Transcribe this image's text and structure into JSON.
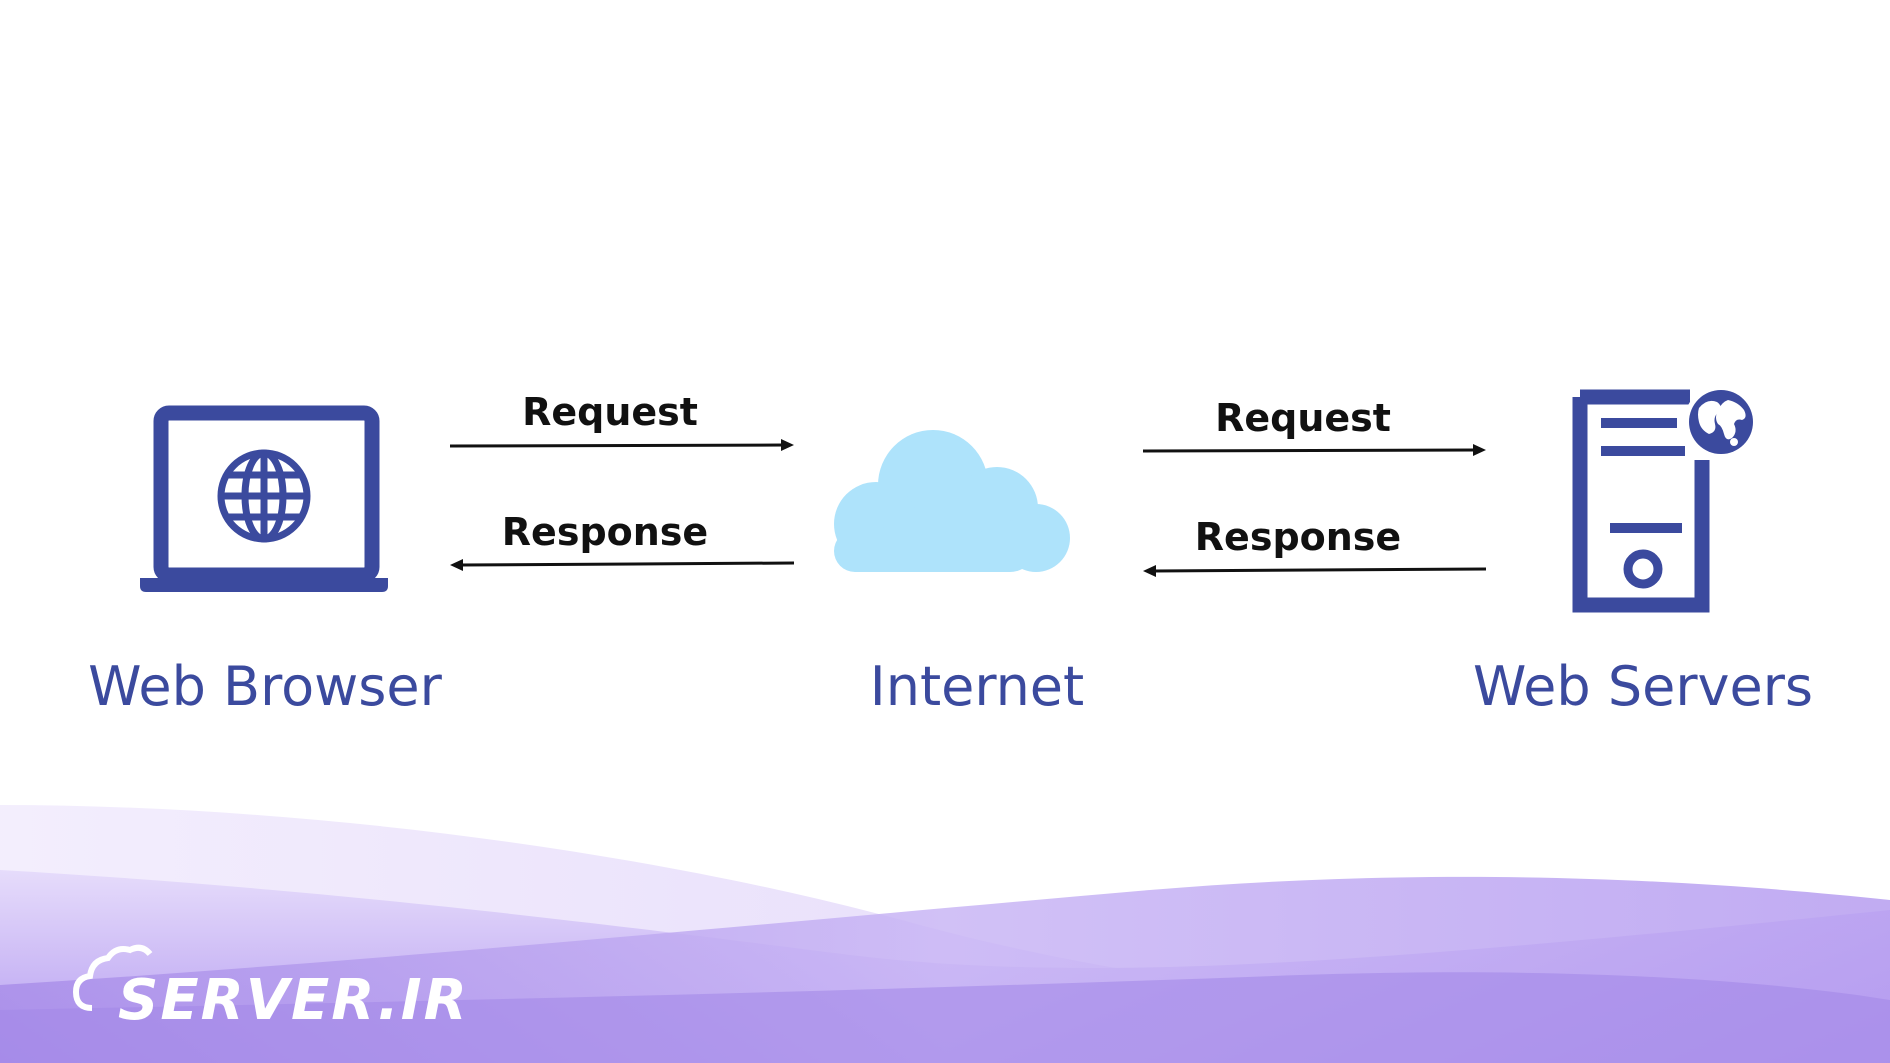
{
  "nodes": {
    "browser": {
      "label": "Web Browser"
    },
    "internet": {
      "label": "Internet"
    },
    "server": {
      "label": "Web Servers"
    }
  },
  "edges": {
    "left_request": "Request",
    "left_response": "Response",
    "right_request": "Request",
    "right_response": "Response"
  },
  "colors": {
    "icon": "#3b4a9e",
    "cloud": "#aee3fb",
    "arrow": "#111111",
    "wave_dark": "#9b7fe6",
    "wave_light": "#d9c9f7"
  },
  "logo": {
    "text": "SERVER.IR"
  }
}
